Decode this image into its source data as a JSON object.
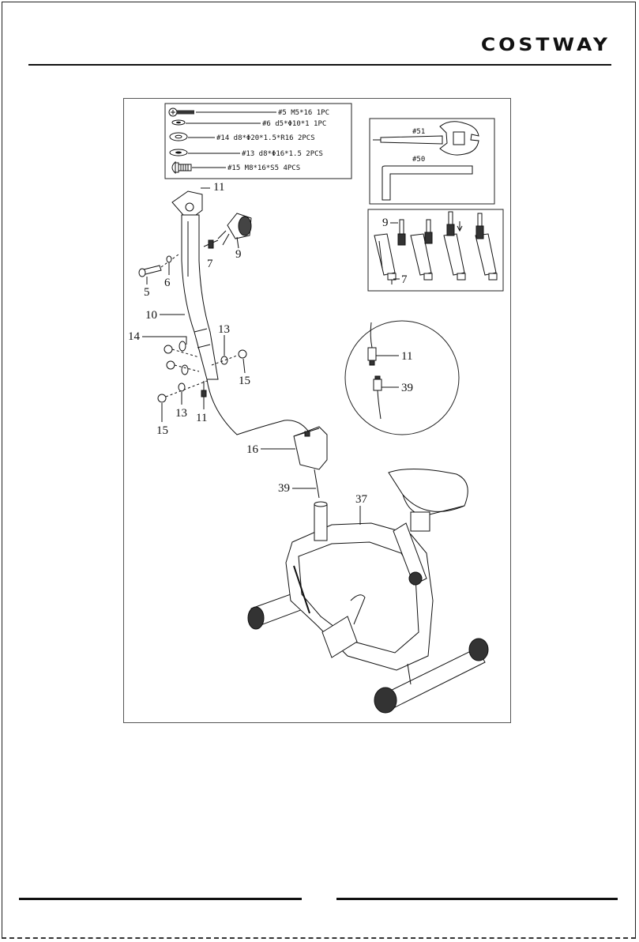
{
  "header": {
    "brand": "COSTWAY"
  },
  "hardware_list": [
    {
      "text": "#5 M5*16 1PC"
    },
    {
      "text": "#6 d5*Φ10*1 1PC"
    },
    {
      "text": "#14 d8*Φ20*1.5*R16 2PCS"
    },
    {
      "text": "#13 d8*Φ16*1.5 2PCS"
    },
    {
      "text": "#15 M8*16*S5 4PCS"
    }
  ],
  "tools": [
    {
      "text": "#51"
    },
    {
      "text": "#50"
    }
  ],
  "part_numbers": {
    "p11_top": "11",
    "p9_main": "9",
    "p7_main": "7",
    "p6": "6",
    "p5": "5",
    "p10": "10",
    "p14": "14",
    "p13_right": "13",
    "p15_right": "15",
    "p13_bottom": "13",
    "p11_bottom": "11",
    "p15_bottom": "15",
    "p16": "16",
    "p39": "39",
    "p37": "37",
    "inset_9": "9",
    "inset_7": "7",
    "zoom_11": "11",
    "zoom_39": "39"
  }
}
